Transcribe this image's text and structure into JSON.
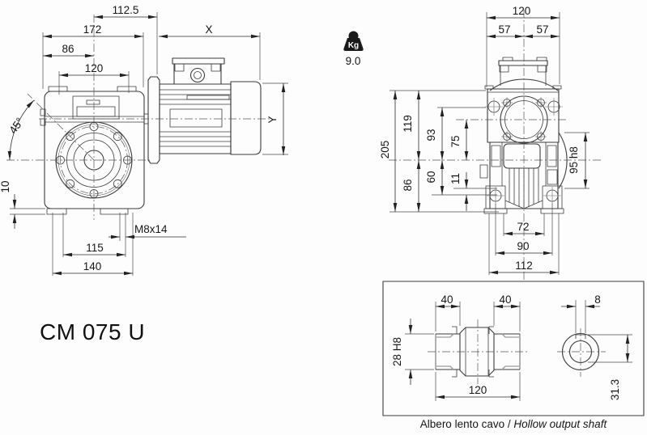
{
  "title": "CM 075 U",
  "weight": {
    "unit": "Kg",
    "value": "9.0"
  },
  "front_view": {
    "dims": {
      "d112_5": "112.5",
      "d172": "172",
      "d86": "86",
      "d120": "120",
      "dX": "X",
      "dY": "Y",
      "d45": "45°",
      "d10": "10",
      "dM8": "M8x14",
      "d115": "115",
      "d140": "140"
    }
  },
  "side_view": {
    "dims": {
      "d120": "120",
      "d57l": "57",
      "d57r": "57",
      "d205": "205",
      "d119": "119",
      "d93": "93",
      "d75": "75",
      "d60": "60",
      "d11": "11",
      "d86": "86",
      "d95": "95 h8",
      "d72": "72",
      "d90": "90",
      "d112": "112"
    }
  },
  "inset": {
    "dims": {
      "d40l": "40",
      "d40r": "40",
      "d8": "8",
      "d28": "28 H8",
      "d120": "120",
      "d31_3": "31.3"
    },
    "caption_primary": "Albero lento cavo / ",
    "caption_secondary": "Hollow output shaft"
  }
}
